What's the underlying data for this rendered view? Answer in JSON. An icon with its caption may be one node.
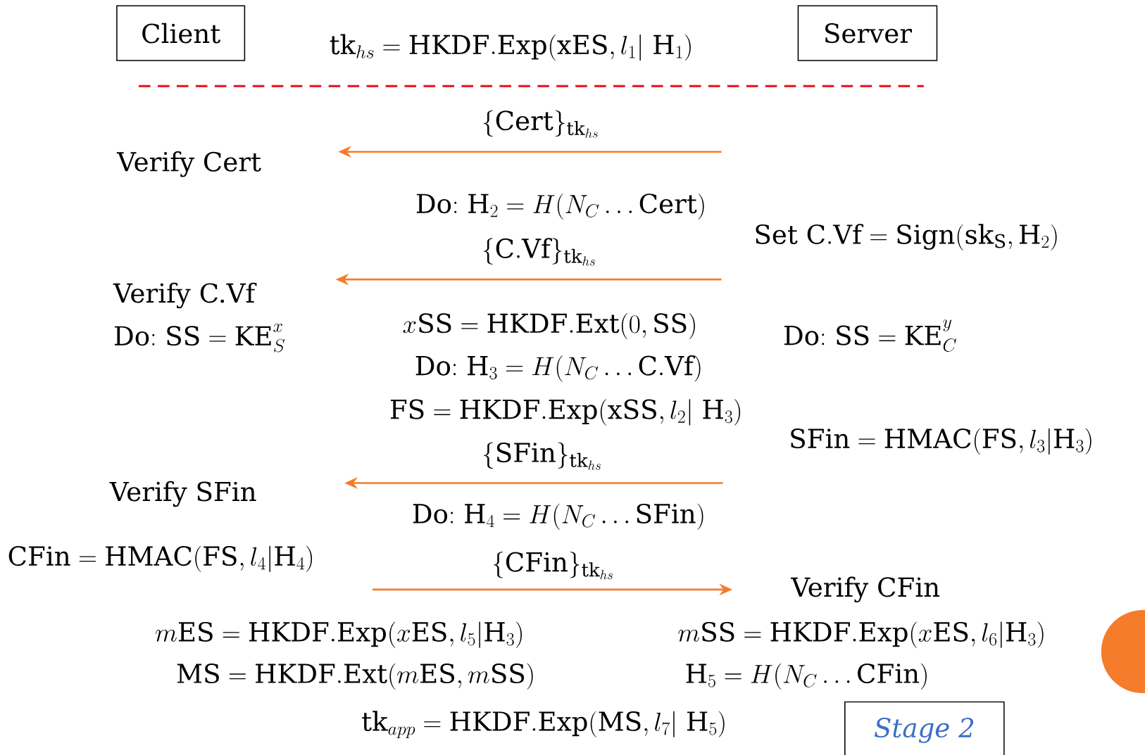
{
  "diagram": {
    "nodes": [
      {
        "text": [
          "Client"
        ]
      },
      {
        "text": [
          "Server"
        ]
      },
      {
        "text": [
          "Verify Cert"
        ]
      },
      {
        "text": [
          "Verify C.Vf"
        ]
      },
      {
        "text": [
          "Verify SFin"
        ]
      },
      {
        "text": [
          "Verify CFin"
        ]
      },
      {
        "text": [
          "Stage 2"
        ]
      }
    ],
    "edges": [
      {
        "from": null,
        "to": 2,
        "arrow": "to",
        "label": "\\{\\mathrm{Cert}\\}_{\\mathrm{tk}_{hs}}"
      },
      {
        "from": null,
        "to": 3,
        "arrow": "to",
        "label": "\\{\\mathrm{C.Vf}\\}_{\\mathrm{tk}_{hs}}"
      },
      {
        "from": null,
        "to": 4,
        "arrow": "to",
        "label": "\\{\\mathrm{SFin}\\}_{\\mathrm{tk}_{hs}}"
      },
      {
        "from": null,
        "to": 5,
        "arrow": "to",
        "label": "\\{\\mathrm{CFin}\\}_{\\mathrm{tk}_{hs}}"
      }
    ],
    "labels": [
      "\\mathrm{tk}_{hs} = \\mathrm{HKDF.Exp}(\\mathrm{xES}, l_1 |\\ \\mathrm{H}_1)",
      "\\mathrm{Do{:}}\\ \\mathrm{H}_2 = H(N_C \\ldots \\mathrm{Cert})",
      "\\mathrm{Set\\ C.Vf} = \\mathrm{Sign}(\\mathrm{sk}_{\\mathrm{S}}, \\mathrm{H}_2)",
      "\\mathrm{Do{:}\\ SS} = \\mathrm{KE}_S^x",
      "x\\mathrm{SS} = \\mathrm{HKDF.Ext}(0, \\mathrm{SS})",
      "\\mathrm{Do{:}\\ SS} = \\mathrm{KE}_C^y",
      "\\mathrm{Do{:}}\\ \\mathrm{H}_3 = H(N_C \\ldots \\mathrm{C.Vf})",
      "\\mathrm{FS} = \\mathrm{HKDF.Exp}(\\mathrm{xSS}, l_2 |\\ \\mathrm{H}_3)",
      "\\mathrm{SFin} = \\mathrm{HMAC}(\\mathrm{FS}, l_3 | \\mathrm{H}_3)",
      "\\mathrm{Do{:}}\\ \\mathrm{H}_4 = H(N_C \\ldots \\mathrm{SFin})",
      "\\mathrm{CFin} = \\mathrm{HMAC}(\\mathrm{FS}, l_4 | \\mathrm{H}_4)",
      "m\\mathrm{ES} = \\mathrm{HKDF.Exp}(x\\mathrm{ES}, l_5 | \\mathrm{H}_3)",
      "m\\mathrm{SS} = \\mathrm{HKDF.Exp}(x\\mathrm{ES}, l_6 | \\mathrm{H}_3)",
      "\\mathrm{MS} = \\mathrm{HKDF.Ext}(m\\mathrm{ES}, m\\mathrm{SS})",
      "\\mathrm{H}_5 = H(N_C \\ldots \\mathrm{CFin})",
      "\\mathrm{tk}_{app} = \\mathrm{HKDF.Exp}(\\mathrm{MS}, l_7 |\\ \\mathrm{H}_5)"
    ]
  }
}
